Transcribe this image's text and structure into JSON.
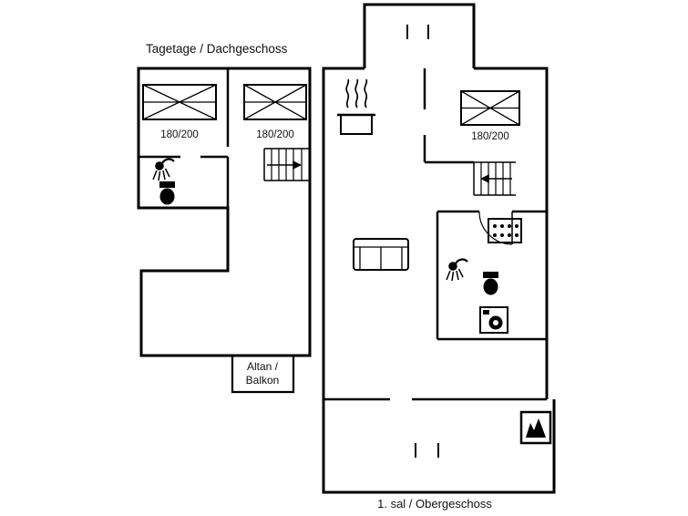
{
  "colors": {
    "background": "#ffffff",
    "line": "#000000"
  },
  "attic_plan": {
    "title": "Tagetage / Dachgeschoss",
    "bed_labels": [
      "180/200",
      "180/200"
    ],
    "balcony_line1": "Altan /",
    "balcony_line2": "Balkon",
    "icons": [
      "double-bed-icon",
      "double-bed-icon",
      "shower-icon",
      "toilet-icon",
      "stairs-arrow-icon"
    ]
  },
  "first_floor_plan": {
    "title": "1. sal / Obergeschoss",
    "bed_labels": [
      "180/200"
    ],
    "icons": [
      "cooking-pot-steam-icon",
      "double-bed-icon",
      "stairs-arrow-icon",
      "sofa-icon",
      "door-swing-arc-icon",
      "hob-icon",
      "shower-icon",
      "toilet-icon",
      "washing-machine-icon",
      "stove-icon",
      "door-opening-marks"
    ]
  }
}
